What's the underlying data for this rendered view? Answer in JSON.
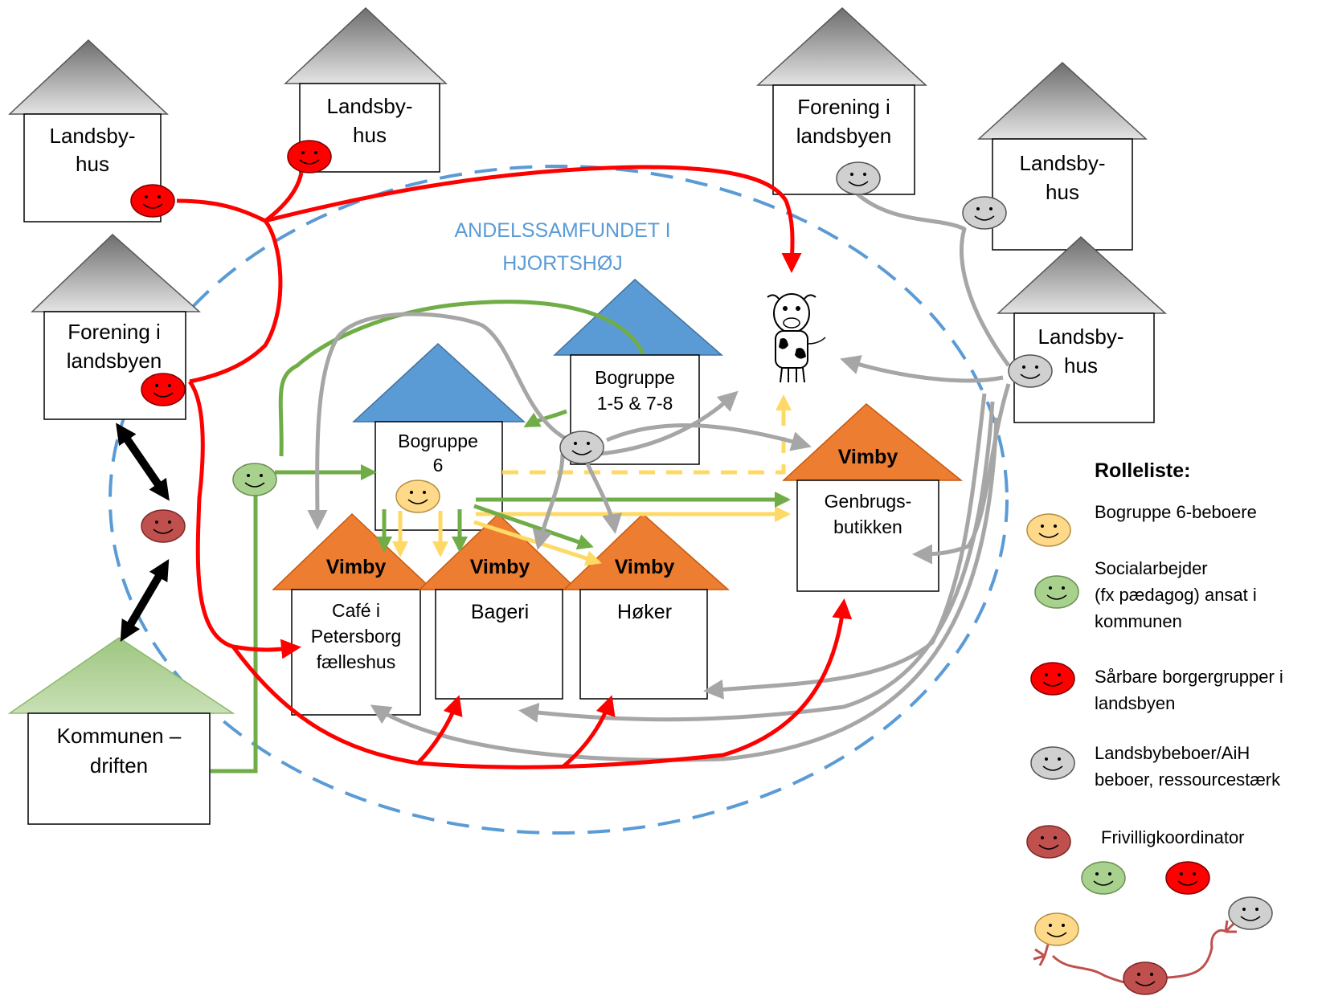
{
  "colors": {
    "roof_gray": "#7f7f7f",
    "roof_blue": "#5b9bd5",
    "roof_orange": "#ed7d31",
    "roof_green": "#a9d18e",
    "arrow_red": "#ff0000",
    "arrow_gray": "#a6a6a6",
    "arrow_green": "#70ad47",
    "arrow_yellow": "#ffd966",
    "dashed_circle": "#5b9bd5",
    "face_yellow": "#ffd98a",
    "face_green": "#a9d18e",
    "face_red": "#ff0000",
    "face_gray": "#d0d0d0",
    "face_brown": "#c0504d"
  },
  "community_title": [
    "ANDELSSAMFUNDET I",
    "HJORTSHØJ"
  ],
  "houses": {
    "landsbyhus_1": [
      "Landsby-",
      "hus"
    ],
    "landsbyhus_2": [
      "Landsby-",
      "hus"
    ],
    "forening_top": [
      "Forening i",
      "landsbyen"
    ],
    "landsbyhus_3": [
      "Landsby-",
      "hus"
    ],
    "landsbyhus_4": [
      "Landsby-",
      "hus"
    ],
    "forening_left": [
      "Forening i",
      "landsbyen"
    ],
    "kommunen": [
      "Kommunen –",
      "driften"
    ],
    "bogruppe_15": [
      "Bogruppe",
      "1-5 & 7-8"
    ],
    "bogruppe_6": [
      "Bogruppe",
      "6"
    ],
    "genbrug": [
      "Genbrugs-",
      "butikken"
    ],
    "cafe": [
      "Café i",
      "Petersborg",
      "fælleshus"
    ],
    "bageri": [
      "Bageri"
    ],
    "hoker": [
      "Høker"
    ]
  },
  "vimby_label": "Vimby",
  "legend": {
    "title": "Rolleliste:",
    "items": [
      {
        "icon": "yellow-face-icon",
        "lines": [
          "Bogruppe 6-beboere"
        ]
      },
      {
        "icon": "green-face-icon",
        "lines": [
          "Socialarbejder",
          "(fx pædagog) ansat i",
          "kommunen"
        ]
      },
      {
        "icon": "red-face-icon",
        "lines": [
          "Sårbare borgergrupper i",
          "landsbyen"
        ]
      },
      {
        "icon": "gray-face-icon",
        "lines": [
          "Landsbybeboer/AiH",
          "beboer, ressourcestærk"
        ]
      },
      {
        "icon": "brown-face-icon",
        "lines": [
          "Frivilligkoordinator"
        ]
      }
    ]
  }
}
